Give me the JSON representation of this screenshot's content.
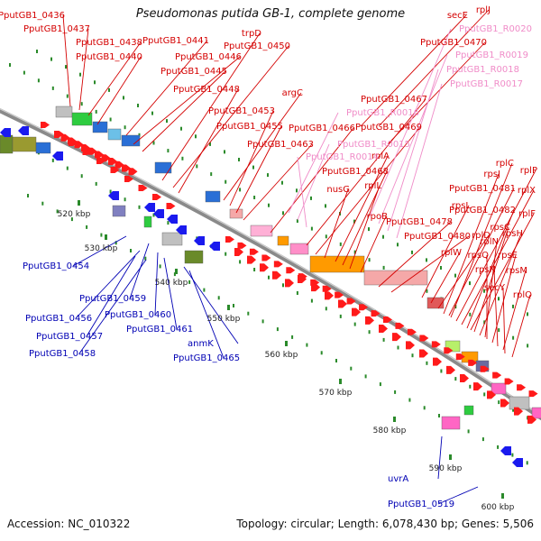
{
  "title": "Pseudomonas putida GB-1, complete genome",
  "footer": {
    "accession": "Accession: NC_010322",
    "summary": "Topology: circular; Length: 6,078,430 bp; Genes: 5,506"
  },
  "colors": {
    "forward_label": "#d40000",
    "rna_label": "#f08cc8",
    "reverse_label": "#0000b4",
    "backbone": "#8a8a8a",
    "tick": "#2a8a2a"
  },
  "kbp_labels": [
    "520 kbp",
    "530 kbp",
    "540 kbp",
    "550 kbp",
    "560 kbp",
    "570 kbp",
    "580 kbp",
    "590 kbp",
    "600 kbp"
  ],
  "forward_labels": [
    "PputGB1_0436",
    "PputGB1_0437",
    "PputGB1_0438",
    "PputGB1_0440",
    "PputGB1_0441",
    "PputGB1_0446",
    "PputGB1_0445",
    "trpD",
    "PputGB1_0450",
    "PputGB1_0448",
    "argC",
    "PputGB1_0453",
    "PputGB1_0455",
    "PputGB1_0463",
    "PputGB1_0466",
    "PputGB1_0467",
    "PputGB1_0469",
    "rplA",
    "PputGB1_0468",
    "nusG",
    "rplL",
    "rpoB",
    "PputGB1_0478",
    "PputGB1_0480",
    "rpsL",
    "rplW",
    "rplD",
    "rpsJ",
    "rplC",
    "PputGB1_0481",
    "rplP",
    "rplX",
    "PputGB1_0482",
    "rplF",
    "rpsC",
    "rpsH",
    "rplN",
    "rpsQ",
    "rpsE",
    "rpsN",
    "rpsM",
    "secY",
    "rplQ",
    "secE",
    "rplJ",
    "PputGB1_0470"
  ],
  "rna_labels": [
    "PputGB1_R0020",
    "PputGB1_R0019",
    "PputGB1_R0018",
    "PputGB1_R0017",
    "PputGB1_R0016",
    "PputGB1_R0015",
    "PputGB1_R0014"
  ],
  "reverse_labels": [
    "PputGB1_0454",
    "PputGB1_0459",
    "PputGB1_0456",
    "PputGB1_0460",
    "PputGB1_0457",
    "PputGB1_0461",
    "PputGB1_0458",
    "anmK",
    "PputGB1_0465",
    "uvrA",
    "PputGB1_0519"
  ]
}
